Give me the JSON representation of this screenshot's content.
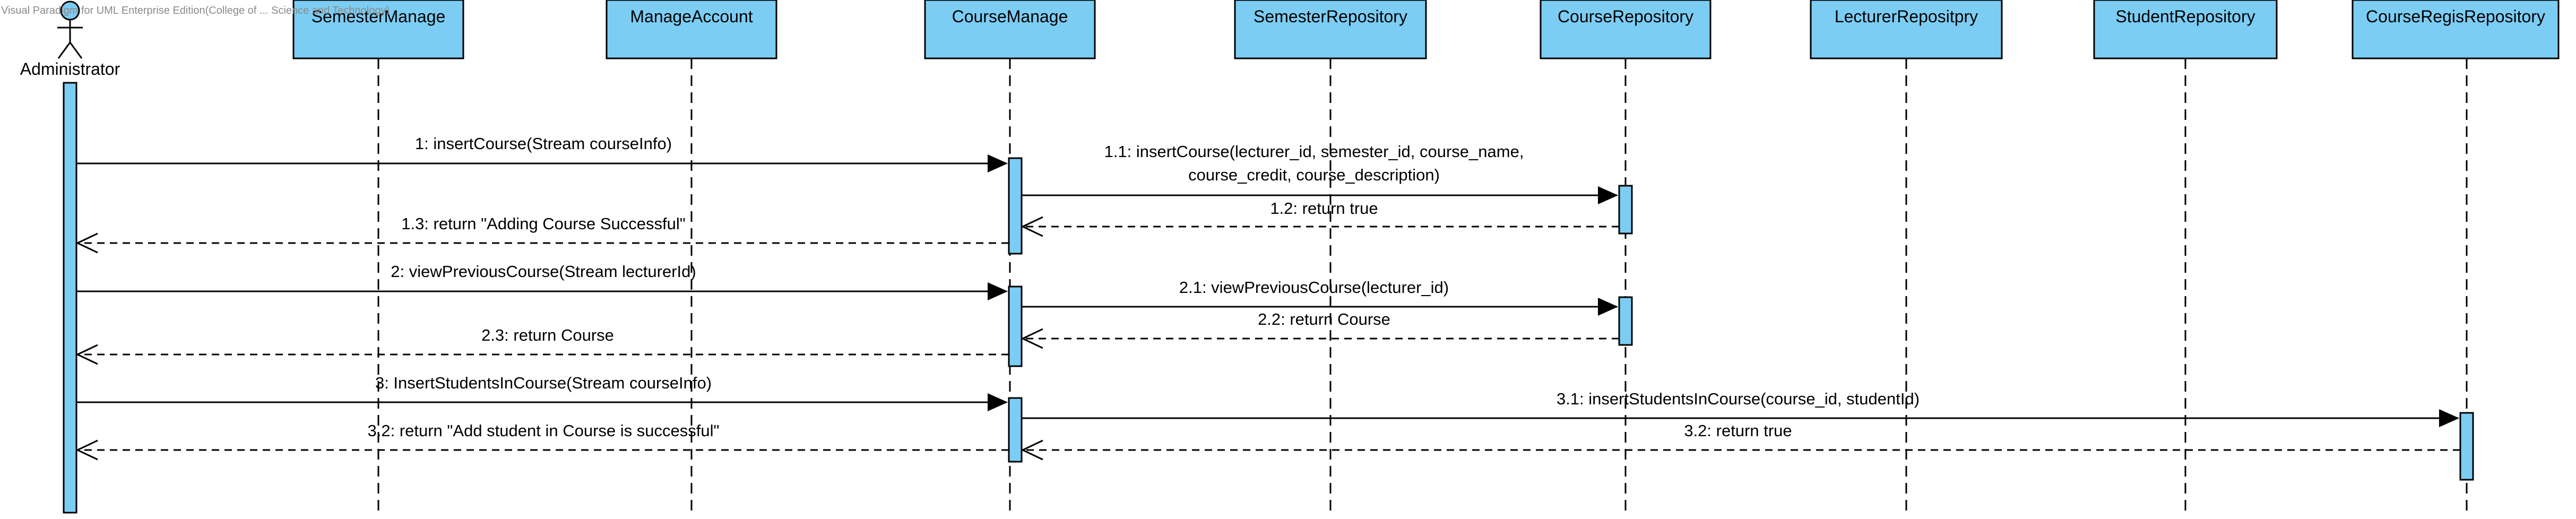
{
  "watermark": "Visual Paradigm for UML Enterprise Edition(College of ... Science and Technology)",
  "colors": {
    "lifeline_fill": "#7ccdf4",
    "stroke": "#000000",
    "background": "#ffffff"
  },
  "actor": {
    "name": "Administrator",
    "icon": "stick-figure-actor-icon"
  },
  "lifelines": [
    {
      "id": "semester-manage",
      "label": "SemesterManage"
    },
    {
      "id": "manage-account",
      "label": "ManageAccount"
    },
    {
      "id": "course-manage",
      "label": "CourseManage"
    },
    {
      "id": "semester-repository",
      "label": "SemesterRepository"
    },
    {
      "id": "course-repository",
      "label": "CourseRepository"
    },
    {
      "id": "lecturer-repository",
      "label": "LecturerRepositpry"
    },
    {
      "id": "student-repository",
      "label": "StudentRepository"
    },
    {
      "id": "course-regis-repository",
      "label": "CourseRegisRepository"
    }
  ],
  "messages": [
    {
      "id": "m1",
      "from": "administrator",
      "to": "course-manage",
      "kind": "sync",
      "label": [
        "1: insertCourse(Stream courseInfo)"
      ]
    },
    {
      "id": "m1-1",
      "from": "course-manage",
      "to": "course-repository",
      "kind": "sync",
      "label": [
        "1.1: insertCourse(lecturer_id, semester_id, course_name,",
        "course_credit, course_description)"
      ]
    },
    {
      "id": "m1-2",
      "from": "course-repository",
      "to": "course-manage",
      "kind": "return",
      "label": [
        "1.2: return true"
      ]
    },
    {
      "id": "m1-3",
      "from": "course-manage",
      "to": "administrator",
      "kind": "return",
      "label": [
        "1.3: return \"Adding Course Successful\""
      ]
    },
    {
      "id": "m2",
      "from": "administrator",
      "to": "course-manage",
      "kind": "sync",
      "label": [
        "2: viewPreviousCourse(Stream lecturerId)"
      ]
    },
    {
      "id": "m2-1",
      "from": "course-manage",
      "to": "course-repository",
      "kind": "sync",
      "label": [
        "2.1: viewPreviousCourse(lecturer_id)"
      ]
    },
    {
      "id": "m2-2",
      "from": "course-repository",
      "to": "course-manage",
      "kind": "return",
      "label": [
        "2.2: return Course"
      ]
    },
    {
      "id": "m2-3",
      "from": "course-manage",
      "to": "administrator",
      "kind": "return",
      "label": [
        "2.3: return Course"
      ]
    },
    {
      "id": "m3",
      "from": "administrator",
      "to": "course-manage",
      "kind": "sync",
      "label": [
        "3: InsertStudentsInCourse(Stream courseInfo)"
      ]
    },
    {
      "id": "m3-1",
      "from": "course-manage",
      "to": "course-regis-repository",
      "kind": "sync",
      "label": [
        "3.1: insertStudentsInCourse(course_id, studentId)"
      ]
    },
    {
      "id": "m3-2a",
      "from": "course-regis-repository",
      "to": "course-manage",
      "kind": "return",
      "label": [
        "3.2: return true"
      ]
    },
    {
      "id": "m3-2b",
      "from": "course-manage",
      "to": "administrator",
      "kind": "return",
      "label": [
        "3.2: return \"Add student in Course is successful\""
      ]
    }
  ]
}
